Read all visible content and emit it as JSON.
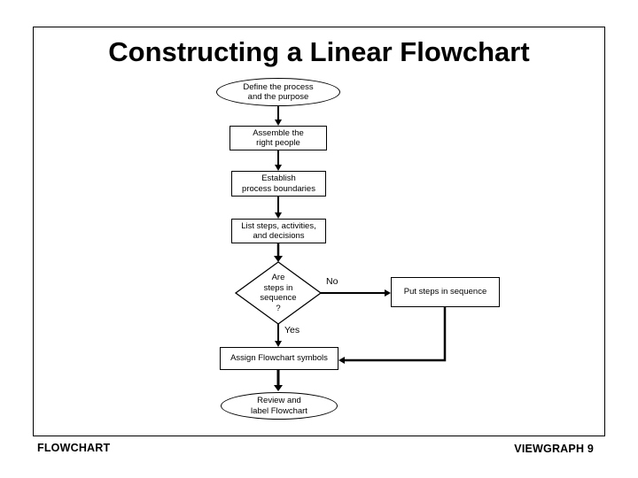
{
  "slide": {
    "title": "Constructing a Linear Flowchart",
    "footer_left": "FLOWCHART",
    "footer_right": "VIEWGRAPH 9"
  },
  "colors": {
    "background": "#ffffff",
    "ink": "#000000"
  },
  "flowchart": {
    "start_ellipse": {
      "line1": "Define the process",
      "line2": "and the purpose"
    },
    "assemble_box": {
      "line1": "Assemble the",
      "line2": "right people"
    },
    "establish_box": {
      "line1": "Establish",
      "line2": "process boundaries"
    },
    "list_box": {
      "line1": "List steps, activities,",
      "line2": "and decisions"
    },
    "decision_diamond": {
      "line1": "Are",
      "line2": "steps in",
      "line3": "sequence",
      "line4": "?"
    },
    "no_label": "No",
    "yes_label": "Yes",
    "put_steps_box": {
      "line1": "Put steps in sequence"
    },
    "assign_box": {
      "line1": "Assign Flowchart symbols"
    },
    "end_ellipse": {
      "line1": "Review and",
      "line2": "label Flowchart"
    }
  }
}
